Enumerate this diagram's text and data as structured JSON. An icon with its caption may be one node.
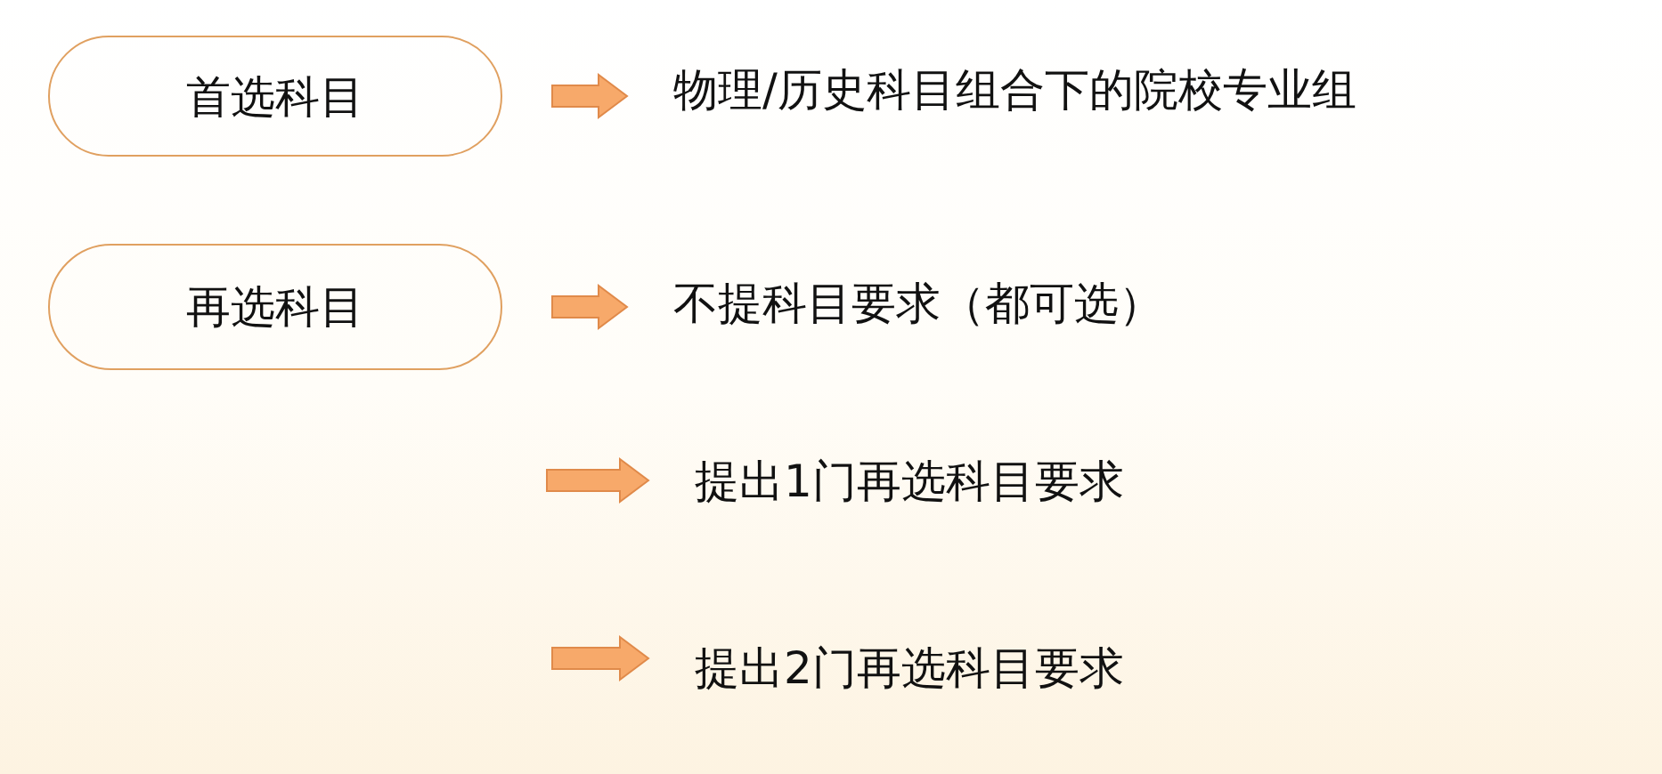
{
  "diagram": {
    "nodes": [
      {
        "text": [
          "首选科目"
        ]
      },
      {
        "text": [
          "物理/历史科目组合下的院校专业组"
        ]
      },
      {
        "text": [
          "再选科目"
        ]
      },
      {
        "text": [
          "不提科目要求（都可选）"
        ]
      },
      {
        "text": [
          "提出1门再选科目要求"
        ]
      },
      {
        "text": [
          "提出2门再选科目要求"
        ]
      }
    ],
    "edges": [
      {
        "from": 0,
        "to": 1,
        "arrow": "to"
      },
      {
        "from": 2,
        "to": 3,
        "arrow": "to"
      },
      {
        "from": null,
        "to": 4,
        "arrow": "to"
      },
      {
        "from": null,
        "to": 5,
        "arrow": "to"
      }
    ]
  }
}
